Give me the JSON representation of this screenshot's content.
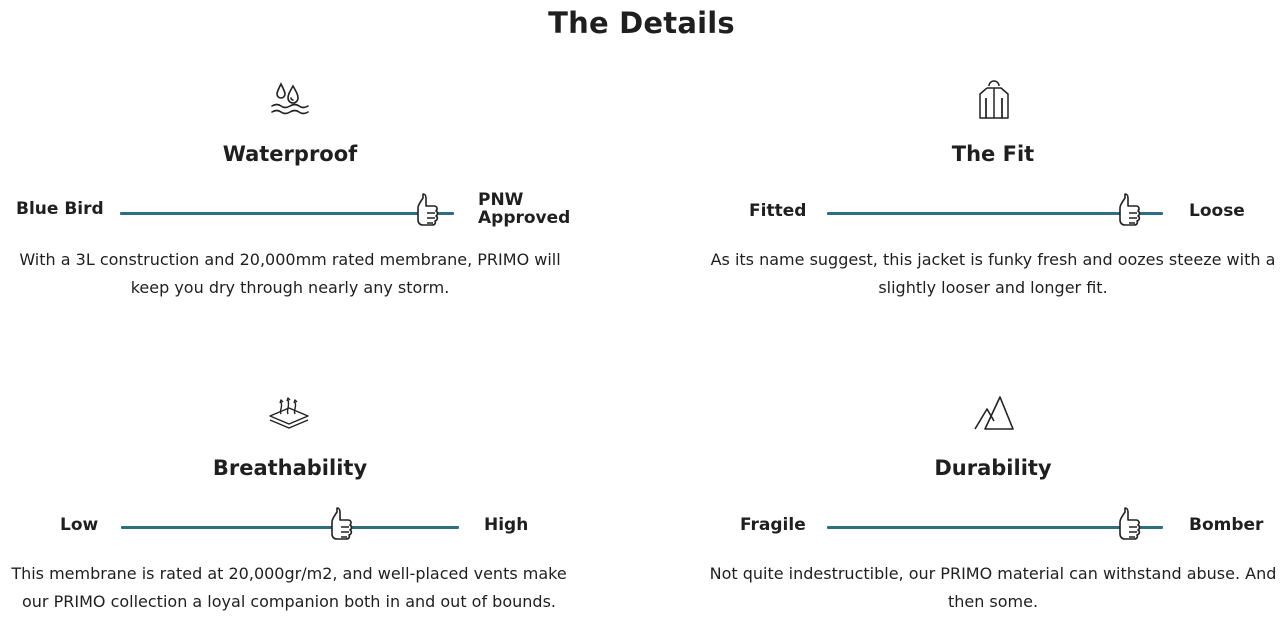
{
  "page": {
    "title": "The Details"
  },
  "details": [
    {
      "icon": "water-drops-icon",
      "title": "Waterproof",
      "min_label": "Blue Bird",
      "max_label_line1": "PNW",
      "max_label_line2": "Approved",
      "level": 0.92,
      "description": "With a 3L construction and 20,000mm rated membrane, PRIMO will keep you dry through nearly any storm."
    },
    {
      "icon": "jacket-icon",
      "title": "The Fit",
      "min_label": "Fitted",
      "max_label": "Loose",
      "level": 0.9,
      "description": "As its name suggest, this jacket is funky fresh and oozes steeze with a slightly looser and longer fit."
    },
    {
      "icon": "breathable-layers-icon",
      "title": "Breathability",
      "min_label": "Low",
      "max_label": "High",
      "level": 0.65,
      "description": "This membrane is rated at 20,000gr/m2, and well-placed vents make our PRIMO collection a loyal companion both in and out of bounds."
    },
    {
      "icon": "mountain-icon",
      "title": "Durability",
      "min_label": "Fragile",
      "max_label": "Bomber",
      "level": 0.9,
      "description": "Not quite indestructible, our PRIMO material can withstand abuse. And then some."
    }
  ],
  "colors": {
    "track": "#2d6e80",
    "text": "#1f1f1f"
  }
}
